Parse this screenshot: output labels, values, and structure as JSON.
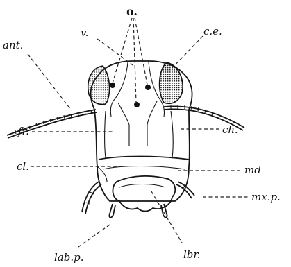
{
  "labels": {
    "o": "o.",
    "v": "v.",
    "ce": "c.e.",
    "ant": "ant.",
    "fr": "fr.",
    "ch": "ch.",
    "cl": "cl.",
    "md": "md",
    "mxp": "mx.p.",
    "labp": "lab.p.",
    "lbr": "lbr."
  }
}
